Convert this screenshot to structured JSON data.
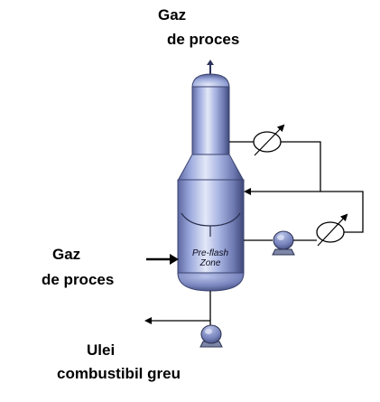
{
  "labels": {
    "top_gas_line1": "Gaz",
    "top_gas_line2": "de proces",
    "feed_gas_line1": "Gaz",
    "feed_gas_line2": "de proces",
    "bottom_line1": "Ulei",
    "bottom_line2": "combustibil greu",
    "zone_line1": "Pre-flash",
    "zone_line2": "Zone"
  },
  "colors": {
    "vessel_light": "#dde4f6",
    "vessel_mid": "#8d9bd0",
    "vessel_dark": "#434d7c",
    "line": "#000000",
    "equipment_fill": "#ffffff"
  },
  "icons": [
    "heat-exchanger-icon",
    "pump-icon",
    "arrow-icon"
  ]
}
